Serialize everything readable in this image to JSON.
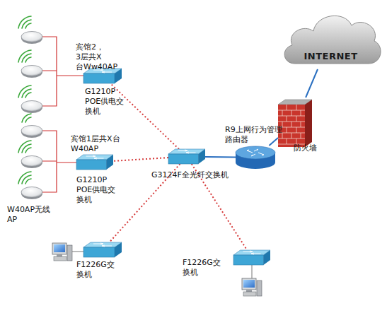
{
  "diagram": {
    "nodes": [
      {
        "text": [
          "INTERNET"
        ]
      },
      {
        "text": [
          "G1210P POE供电交 换机"
        ]
      },
      {
        "text": [
          "防火墙"
        ]
      },
      {
        "text": [
          "R9上网行为管理 路由器"
        ]
      },
      {
        "text": [
          "G3124F全光纤交换机"
        ]
      },
      {
        "text": [
          "G1210P POE供电交 换机"
        ]
      },
      {
        "text": [
          "F1226G交 换机"
        ]
      },
      {
        "text": [
          "F1226G交 换机"
        ]
      }
    ],
    "edges": [
      {
        "from": 4,
        "to": 1,
        "arrow": "none"
      },
      {
        "from": 4,
        "to": 5,
        "arrow": "none"
      },
      {
        "from": 4,
        "to": 6,
        "arrow": "none"
      },
      {
        "from": 4,
        "to": 7,
        "arrow": "none"
      },
      {
        "from": 4,
        "to": 3,
        "arrow": "none"
      },
      {
        "from": 3,
        "to": 2,
        "arrow": "none"
      },
      {
        "from": 2,
        "to": 0,
        "arrow": "none"
      }
    ],
    "labels": [
      "宾馆2，3层共X 台Ww40AP",
      "宾馆1层共X台 W40AP",
      "W40AP无线 AP"
    ]
  }
}
